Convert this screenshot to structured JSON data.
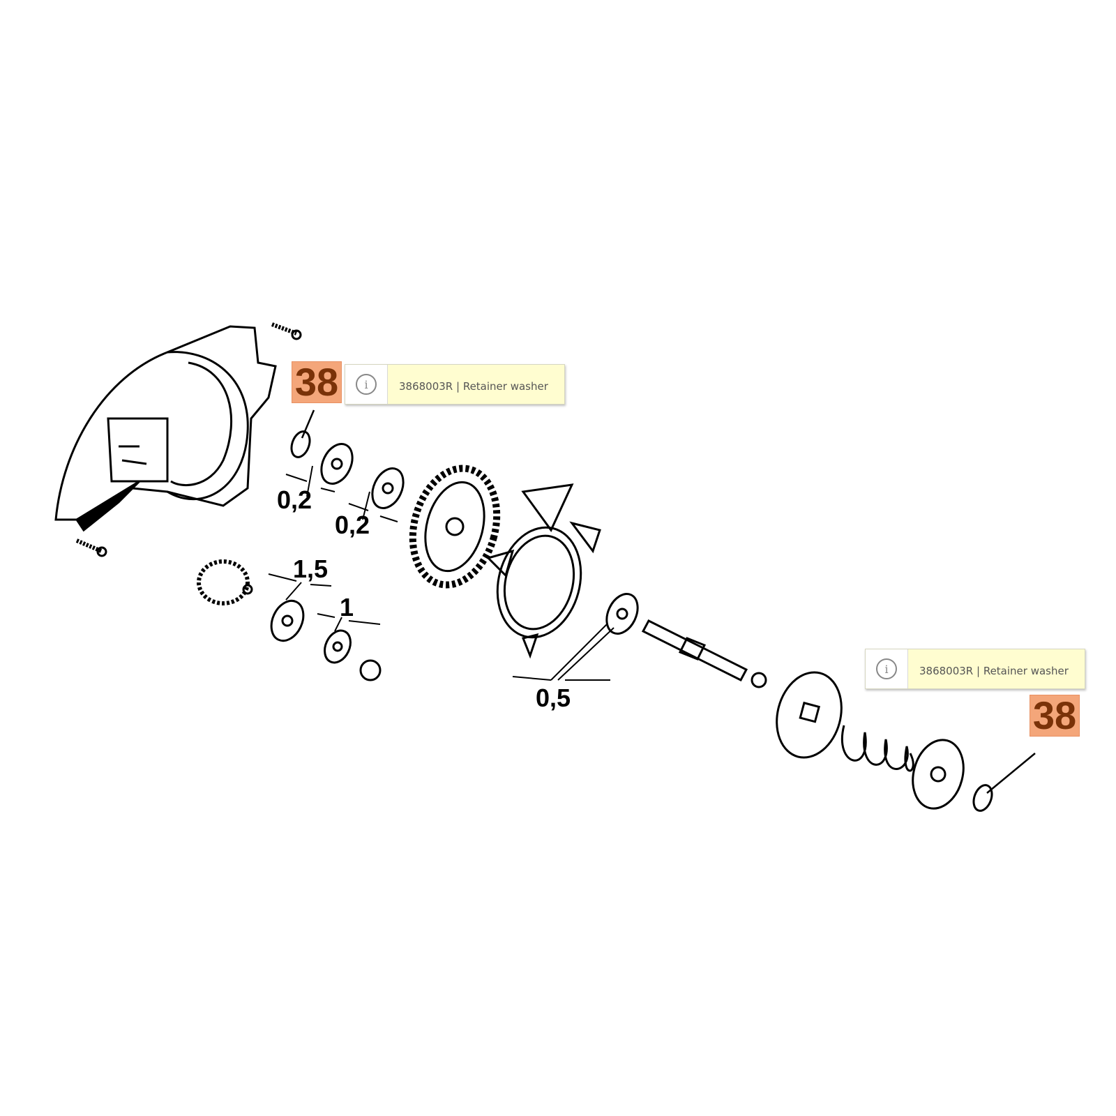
{
  "callouts": [
    {
      "number": "38",
      "tooltip": "3868003R | Retainer washer",
      "info_icon": "i"
    },
    {
      "number": "38",
      "tooltip": "3868003R | Retainer washer",
      "info_icon": "i"
    }
  ],
  "dimensions": [
    "0,2",
    "0,2",
    "1,5",
    "1",
    "0,5"
  ],
  "colors": {
    "badge_bg": "#f4a67a",
    "badge_text": "#7a3208",
    "tooltip_bg": "#fffdd0"
  }
}
